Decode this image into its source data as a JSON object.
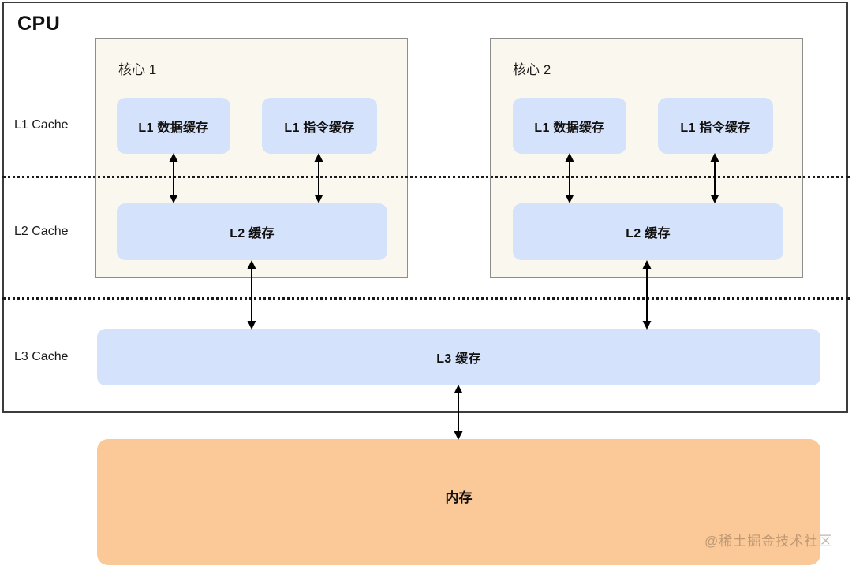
{
  "cpu": {
    "title": "CPU",
    "frame_color": "#3c3c3c"
  },
  "levels": [
    {
      "id": "l1",
      "label": "L1 Cache"
    },
    {
      "id": "l2",
      "label": "L2 Cache"
    },
    {
      "id": "l3",
      "label": "L3 Cache"
    }
  ],
  "cores": [
    {
      "title": "核心 1",
      "l1_data": "L1 数据缓存",
      "l1_instruction": "L1 指令缓存",
      "l2": "L2 缓存"
    },
    {
      "title": "核心 2",
      "l1_data": "L1 数据缓存",
      "l1_instruction": "L1 指令缓存",
      "l2": "L2 缓存"
    }
  ],
  "l3_cache": {
    "label": "L3 缓存"
  },
  "memory": {
    "label": "内存"
  },
  "watermark": {
    "text": "@稀土掘金技术社区"
  },
  "colors": {
    "cache_blue": "#d4e2fb",
    "core_background": "#faf8ee",
    "memory_orange": "#fbc998",
    "border_dark": "#3c3c3c",
    "core_border": "#8d8d8d",
    "arrow": "#000000"
  },
  "connections": [
    {
      "from": "核心 1 L1 数据缓存",
      "to": "核心 1 L2 缓存",
      "type": "bidirectional"
    },
    {
      "from": "核心 1 L1 指令缓存",
      "to": "核心 1 L2 缓存",
      "type": "bidirectional"
    },
    {
      "from": "核心 2 L1 数据缓存",
      "to": "核心 2 L2 缓存",
      "type": "bidirectional"
    },
    {
      "from": "核心 2 L1 指令缓存",
      "to": "核心 2 L2 缓存",
      "type": "bidirectional"
    },
    {
      "from": "核心 1 L2 缓存",
      "to": "L3 缓存",
      "type": "bidirectional"
    },
    {
      "from": "核心 2 L2 缓存",
      "to": "L3 缓存",
      "type": "bidirectional"
    },
    {
      "from": "L3 缓存",
      "to": "内存",
      "type": "bidirectional"
    }
  ]
}
